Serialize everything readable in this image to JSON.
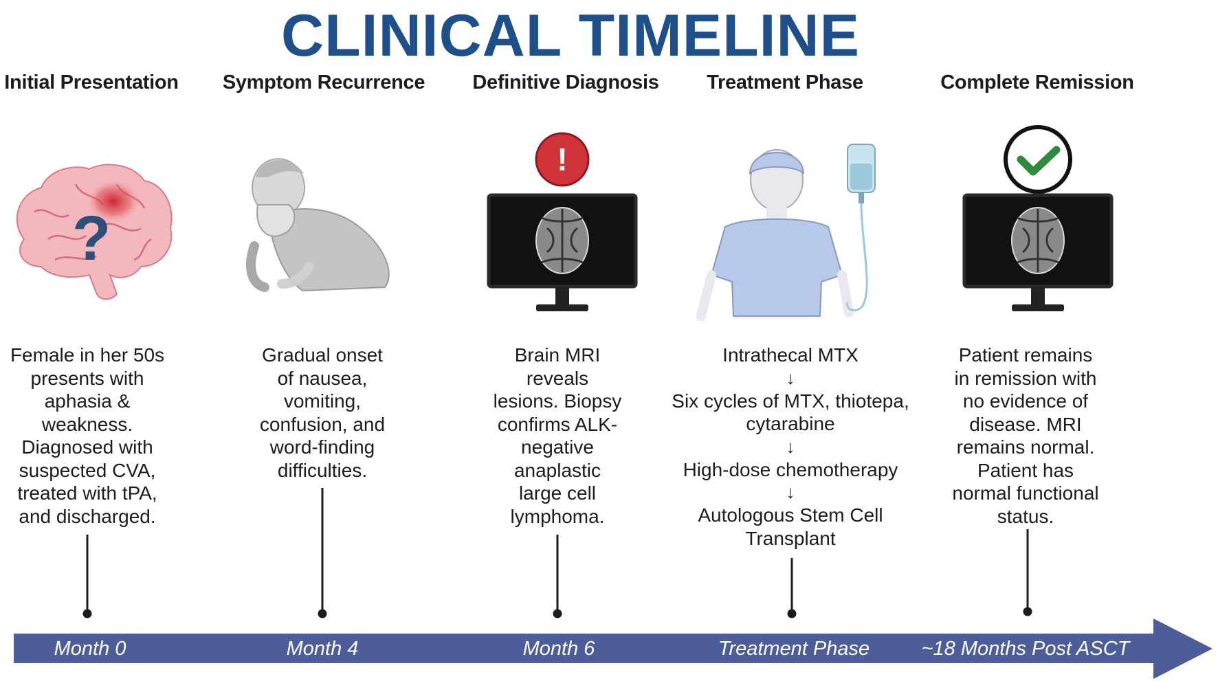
{
  "title": "CLINICAL TIMELINE",
  "stages": [
    {
      "header": "Initial Presentation",
      "description": [
        "Female in her 50s",
        "presents with",
        "aphasia &",
        "weakness.",
        "Diagnosed with",
        "suspected CVA,",
        "treated with tPA,",
        "and discharged."
      ],
      "time_label": "Month 0",
      "icon": "brain-question-icon"
    },
    {
      "header": "Symptom Recurrence",
      "description": [
        "Gradual onset",
        "of nausea,",
        "vomiting,",
        "confusion, and",
        "word-finding",
        "difficulties."
      ],
      "time_label": "Month 4",
      "icon": "nauseous-person-icon"
    },
    {
      "header": "Definitive Diagnosis",
      "description": [
        "Brain MRI",
        "reveals",
        "lesions. Biopsy",
        "confirms ALK-",
        "negative",
        "anaplastic",
        "large cell",
        "lymphoma."
      ],
      "time_label": "Month 6",
      "icon": "mri-monitor-alert-icon"
    },
    {
      "header": "Treatment Phase",
      "treatment_steps": [
        "Intrathecal MTX",
        "Six cycles of MTX, thiotepa, cytarabine",
        "High-dose chemotherapy",
        "Autologous Stem Cell Transplant"
      ],
      "treatment_step_lines": [
        [
          "Intrathecal MTX"
        ],
        [
          "Six cycles of MTX, thiotepa,",
          "cytarabine"
        ],
        [
          "High-dose chemotherapy"
        ],
        [
          "Autologous Stem Cell",
          "Transplant"
        ]
      ],
      "time_label": "Treatment Phase",
      "icon": "patient-iv-drip-icon"
    },
    {
      "header": "Complete Remission",
      "description": [
        "Patient remains",
        "in remission with",
        "no evidence of",
        "disease. MRI",
        "remains normal.",
        "Patient has",
        "normal functional",
        "status."
      ],
      "time_label": "~18 Months Post ASCT",
      "icon": "mri-monitor-check-icon"
    }
  ],
  "colors": {
    "title": "#1f4f8b",
    "timeline_bar": "#4d5d99",
    "alert": "#d0343a",
    "check": "#2f8a3c",
    "brain": "#f2b8bd",
    "question_mark": "#2c4f7c",
    "gown": "#b8c8e8"
  },
  "arrow_glyph": "↓"
}
